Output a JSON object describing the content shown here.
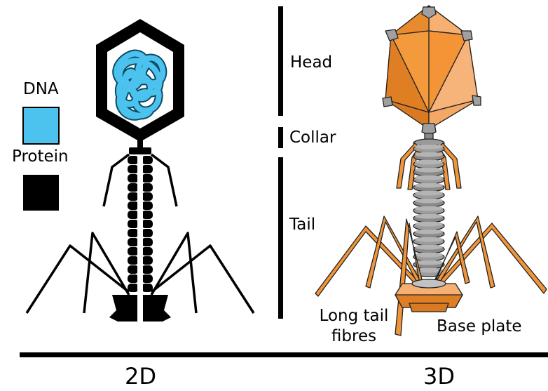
{
  "legend": {
    "dna_label": "DNA",
    "protein_label": "Protein"
  },
  "labels": {
    "head": "Head",
    "collar": "Collar",
    "tail": "Tail",
    "long_tail_fibres_line1": "Long tail",
    "long_tail_fibres_line2": "fibres",
    "base_plate": "Base plate"
  },
  "panels": {
    "left": "2D",
    "right": "3D"
  },
  "colors": {
    "dna": "#4cc3ee",
    "protein": "#000000",
    "capsid_orange": "#f0953a",
    "capsid_light": "#f5b072",
    "capsid_dark": "#c8702a",
    "tail_gray": "#8a8a8a",
    "tail_light": "#b4b4b4"
  }
}
